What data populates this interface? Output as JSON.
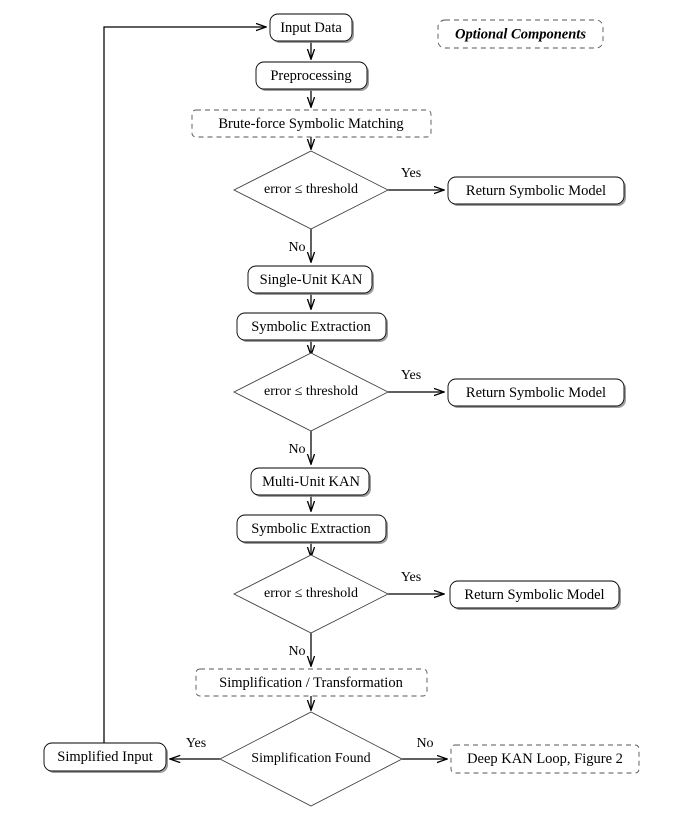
{
  "figure": {
    "type": "flowchart",
    "title": "KAN symbolic regression pipeline flowchart",
    "background_color": "#ffffff",
    "line_color": "#000000",
    "dashed_color": "#555555"
  },
  "legend": {
    "optional_components_label": "Optional Components"
  },
  "nodes": {
    "input_data": {
      "label": "Input Data",
      "shape": "rounded-rect",
      "style": "solid"
    },
    "preprocessing": {
      "label": "Preprocessing",
      "shape": "rounded-rect",
      "style": "solid"
    },
    "brute_force": {
      "label": "Brute-force Symbolic Matching",
      "shape": "rounded-rect",
      "style": "dashed"
    },
    "decision_1": {
      "label": "error ≤ threshold",
      "shape": "diamond",
      "style": "solid"
    },
    "return_1": {
      "label": "Return Symbolic Model",
      "shape": "rounded-rect",
      "style": "solid"
    },
    "single_unit_kan": {
      "label": "Single-Unit KAN",
      "shape": "rounded-rect",
      "style": "solid"
    },
    "symbolic_extraction_1": {
      "label": "Symbolic Extraction",
      "shape": "rounded-rect",
      "style": "solid"
    },
    "decision_2": {
      "label": "error ≤ threshold",
      "shape": "diamond",
      "style": "solid"
    },
    "return_2": {
      "label": "Return Symbolic Model",
      "shape": "rounded-rect",
      "style": "solid"
    },
    "multi_unit_kan": {
      "label": "Multi-Unit KAN",
      "shape": "rounded-rect",
      "style": "solid"
    },
    "symbolic_extraction_2": {
      "label": "Symbolic Extraction",
      "shape": "rounded-rect",
      "style": "solid"
    },
    "decision_3": {
      "label": "error ≤ threshold",
      "shape": "diamond",
      "style": "solid"
    },
    "return_3": {
      "label": "Return Symbolic Model",
      "shape": "rounded-rect",
      "style": "solid"
    },
    "simplification": {
      "label": "Simplification / Transformation",
      "shape": "rounded-rect",
      "style": "dashed"
    },
    "decision_4": {
      "label": "Simplification Found",
      "shape": "diamond",
      "style": "solid"
    },
    "simplified_input": {
      "label": "Simplified Input",
      "shape": "rounded-rect",
      "style": "solid"
    },
    "deep_kan_loop": {
      "label": "Deep KAN Loop, Figure 2",
      "shape": "rounded-rect",
      "style": "dashed"
    }
  },
  "edge_labels": {
    "yes_1": "Yes",
    "no_1": "No",
    "yes_2": "Yes",
    "no_2": "No",
    "yes_3": "Yes",
    "no_3": "No",
    "yes_4": "Yes",
    "no_4": "No"
  }
}
